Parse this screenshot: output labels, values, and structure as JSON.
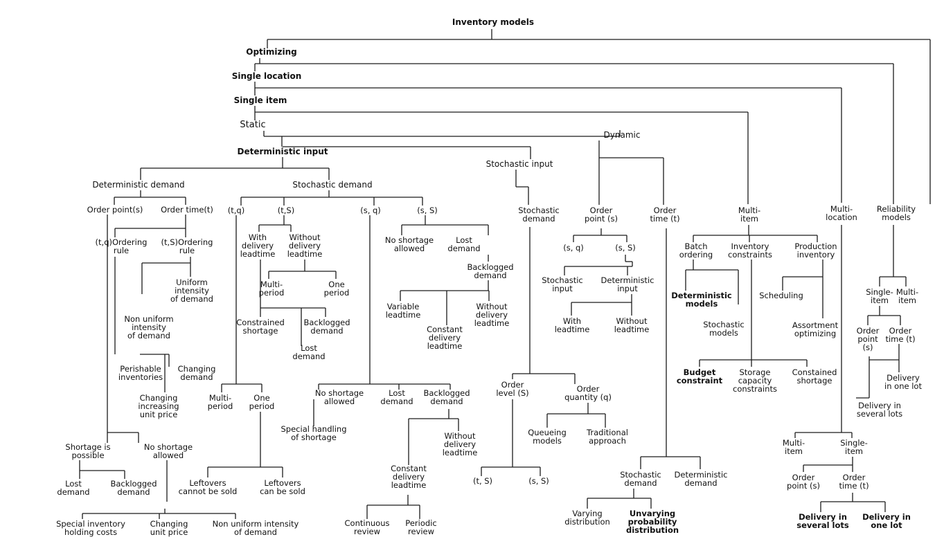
{
  "title": "Inventory models",
  "n": {
    "optimizing": "Optimizing",
    "single_location": "Single location",
    "single_item": "Single item",
    "static": "Static",
    "dynamic": "Dynamic",
    "deterministic_input": "Deterministic input",
    "stochastic_input": "Stochastic input",
    "deterministic_demand": "Deterministic demand",
    "stochastic_demand": "Stochastic demand",
    "order_point_s": "Order point(s)",
    "order_time_t": "Order time(t)",
    "tq_ordering_rule": "(t,q)Ordering\nrule",
    "ts_ordering_rule": "(t,S)Ordering\nrule",
    "uniform_intensity": "Uniform\nintensity\nof demand",
    "non_uniform_intensity": "Non uniform\nintensity\nof demand",
    "perishable_inventories": "Perishable\ninventories",
    "changing_demand": "Changing\ndemand",
    "changing_increasing_unit_price": "Changing\nincreasing\nunit price",
    "shortage_possible": "Shortage is\npossible",
    "no_shortage_allowed_1": "No shortage\nallowed",
    "lost_demand_1": "Lost\ndemand",
    "backlogged_demand_1": "Backlogged\ndemand",
    "special_inventory_holding": "Special inventory\nholding costs",
    "changing_unit_price": "Changing\nunit price",
    "non_uniform_intensity_2": "Non uniform intensity\nof demand",
    "tq": "(t,q)",
    "tS": "(t,S)",
    "sq": "(s, q)",
    "sS": "(s, S)",
    "multi_period_1": "Multi-\nperiod",
    "one_period_1": "One\nperiod",
    "leftovers_cannot": "Leftovers\ncannot be sold",
    "leftovers_can": "Leftovers\ncan be sold",
    "with_delivery_leadtime": "With\ndelivery\nleadtime",
    "without_delivery_leadtime_1": "Without\ndelivery\nleadtime",
    "multi_period_2": "Multi-\nperiod",
    "one_period_2": "One\nperiod",
    "constrained_shortage": "Constrained\nshortage",
    "backlogged_demand_2": "Backlogged\ndemand",
    "lost_demand_2": "Lost\ndemand",
    "no_shortage_allowed_2": "No shortage\nallowed",
    "lost_demand_3": "Lost\ndemand",
    "backlogged_demand_3": "Backlogged\ndemand",
    "special_handling": "Special handling\nof shortage",
    "without_delivery_leadtime_2": "Without\ndelivery\nleadtime",
    "constant_delivery_leadtime_2": "Constant\ndelivery\nleadtime",
    "continuous_review": "Continuous\nreview",
    "periodic_review": "Periodic\nreview",
    "no_shortage_allowed_3": "No shortage\nallowed",
    "lost_demand_4": "Lost\ndemand",
    "backlogged_demand_4": "Backlogged\ndemand",
    "variable_leadtime": "Variable\nleadtime",
    "constant_delivery_leadtime_1": "Constant\ndelivery\nleadtime",
    "without_delivery_leadtime_3": "Without\ndelivery\nleadtime",
    "stochastic_demand_2": "Stochastic\ndemand",
    "order_level_S": "Order\nlevel (S)",
    "order_quantity_q": "Order\nquantity (q)",
    "queueing_models": "Queueing\nmodels",
    "traditional_approach": "Traditional\napproach",
    "tS_2": "(t, S)",
    "sS_2": "(s, S)",
    "order_point_s_2": "Order\npoint (s)",
    "order_time_t_2": "Order\ntime (t)",
    "sq_2": "(s, q)",
    "sS_3": "(s, S)",
    "stochastic_input_2": "Stochastic\ninput",
    "deterministic_input_2": "Deterministic\ninput",
    "with_leadtime": "With\nleadtime",
    "without_leadtime": "Without\nleadtime",
    "stochastic_demand_3": "Stochastic\ndemand",
    "deterministic_demand_3": "Deterministic\ndemand",
    "varying_distribution": "Varying\ndistribution",
    "unvarying_probability": "Unvarying\nprobability\ndistribution",
    "multi_item": "Multi-\nitem",
    "batch_ordering": "Batch\nordering",
    "inventory_constraints": "Inventory\nconstraints",
    "production_inventory": "Production\ninventory",
    "deterministic_models": "Deterministic\nmodels",
    "stochastic_models": "Stochastic\nmodels",
    "scheduling": "Scheduling",
    "assortment_optimizing": "Assortment\noptimizing",
    "budget_constraint": "Budget\nconstraint",
    "storage_capacity": "Storage\ncapacity\nconstraints",
    "constained_shortage": "Constained\nshortage",
    "multi_location": "Multi-\nlocation",
    "multi_item_2": "Multi-\nitem",
    "single_item_2": "Single-\nitem",
    "order_point_s_3": "Order\npoint (s)",
    "order_time_t_3": "Order\ntime (t)",
    "delivery_several_lots_1": "Delivery in\nseveral lots",
    "delivery_one_lot_1": "Delivery in\none lot",
    "reliability_models": "Reliability\nmodels",
    "single_item_3": "Single-\nitem",
    "multi_item_3": "Multi-\nitem",
    "order_point_s_4": "Order\npoint\n(s)",
    "order_time_t_4": "Order\ntime (t)",
    "delivery_one_lot_2": "Delivery\nin one lot",
    "delivery_several_lots_2": "Delivery in\nseveral lots"
  }
}
